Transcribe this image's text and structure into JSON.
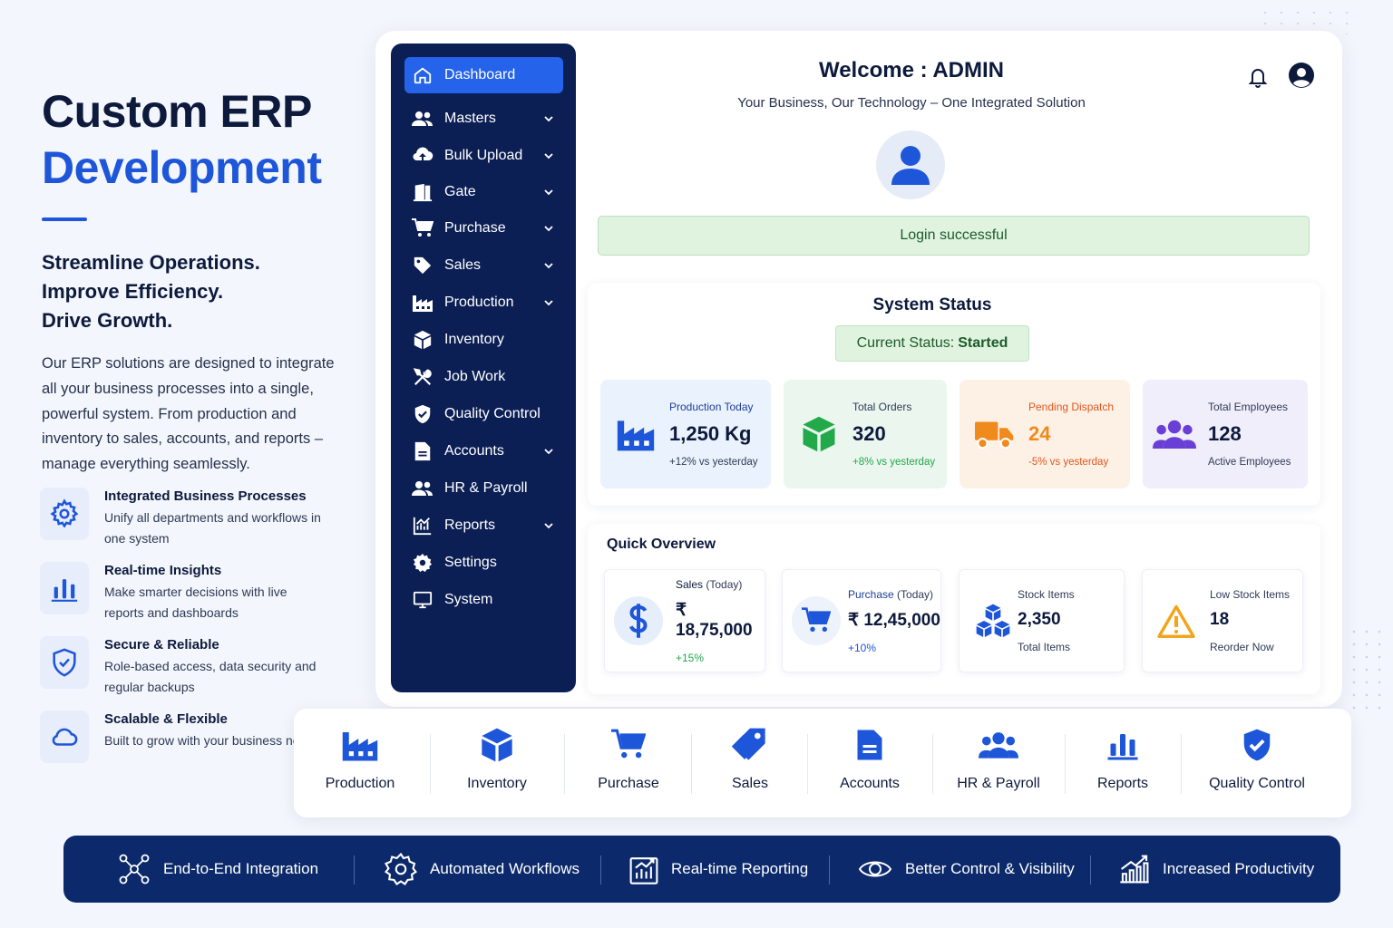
{
  "hero": {
    "title_line1": "Custom ERP",
    "title_line2": "Development",
    "tagline": [
      "Streamline Operations.",
      "Improve Efficiency.",
      "Drive Growth."
    ],
    "description": "Our ERP solutions are designed to integrate all your business processes into a single, powerful system. From production and inventory to sales, accounts, and reports – manage everything seamlessly."
  },
  "features": [
    {
      "icon": "gear-icon",
      "title": "Integrated Business Processes",
      "desc": "Unify all departments and workflows in one system"
    },
    {
      "icon": "bar-chart-icon",
      "title": "Real-time Insights",
      "desc": "Make smarter decisions with live reports and dashboards"
    },
    {
      "icon": "shield-check-icon",
      "title": "Secure & Reliable",
      "desc": "Role-based access, data security and regular backups"
    },
    {
      "icon": "cloud-icon",
      "title": "Scalable & Flexible",
      "desc": "Built to grow with your business needs"
    }
  ],
  "sidebar": {
    "items": [
      {
        "label": "Dashboard",
        "icon": "home-icon",
        "active": true,
        "chevron": false
      },
      {
        "label": "Masters",
        "icon": "users-icon",
        "chevron": true
      },
      {
        "label": "Bulk Upload",
        "icon": "cloud-upload-icon",
        "chevron": true
      },
      {
        "label": "Gate",
        "icon": "door-icon",
        "chevron": true
      },
      {
        "label": "Purchase",
        "icon": "cart-icon",
        "chevron": true
      },
      {
        "label": "Sales",
        "icon": "tag-icon",
        "chevron": true
      },
      {
        "label": "Production",
        "icon": "factory-icon",
        "chevron": true
      },
      {
        "label": "Inventory",
        "icon": "box-icon",
        "chevron": false
      },
      {
        "label": "Job Work",
        "icon": "tools-icon",
        "chevron": false
      },
      {
        "label": "Quality Control",
        "icon": "shield-check-icon",
        "chevron": false
      },
      {
        "label": "Accounts",
        "icon": "document-icon",
        "chevron": true
      },
      {
        "label": "HR & Payroll",
        "icon": "users-icon",
        "chevron": false
      },
      {
        "label": "Reports",
        "icon": "line-chart-icon",
        "chevron": true
      },
      {
        "label": "Settings",
        "icon": "gear-icon",
        "chevron": false
      },
      {
        "label": "System",
        "icon": "monitor-icon",
        "chevron": false
      }
    ]
  },
  "header": {
    "welcome": "Welcome : ADMIN",
    "subtitle": "Your Business, Our Technology – One Integrated Solution"
  },
  "login_message": "Login successful",
  "system_status": {
    "title": "System Status",
    "label": "Current Status:",
    "value": "Started",
    "kpis": [
      {
        "label": "Production Today",
        "value": "1,250 Kg",
        "sub": "+12% vs yesterday",
        "icon": "factory-icon",
        "accent": "#1e56d9",
        "bg": "#eaf2fd"
      },
      {
        "label": "Total Orders",
        "value": "320",
        "sub": "+8% vs yesterday",
        "icon": "box-icon",
        "accent": "#22a94a",
        "bg": "#eaf6ee"
      },
      {
        "label": "Pending Dispatch",
        "value": "24",
        "sub": "-5% vs yesterday",
        "icon": "truck-icon",
        "accent": "#f08a1c",
        "bg": "#fdf1e6"
      },
      {
        "label": "Total Employees",
        "value": "128",
        "sub": "Active Employees",
        "icon": "users-icon",
        "accent": "#6a3fd6",
        "bg": "#f1eefc"
      }
    ]
  },
  "quick_overview": {
    "title": "Quick Overview",
    "items": [
      {
        "label": "Sales",
        "label_suffix": " (Today)",
        "value": "₹ 18,75,000",
        "sub": "+15%",
        "icon": "dollar-icon"
      },
      {
        "label": "Purchase",
        "label_suffix": " (Today)",
        "value": "₹ 12,45,000",
        "sub": "+10%",
        "icon": "cart-icon"
      },
      {
        "label": "Stock Items",
        "label_suffix": "",
        "value": "2,350",
        "sub": "Total Items",
        "icon": "boxes-icon"
      },
      {
        "label": "Low Stock Items",
        "label_suffix": "",
        "value": "18",
        "sub": "Reorder Now",
        "icon": "warning-icon"
      }
    ]
  },
  "modules": [
    {
      "label": "Production",
      "icon": "factory-icon"
    },
    {
      "label": "Inventory",
      "icon": "box-icon"
    },
    {
      "label": "Purchase",
      "icon": "cart-icon"
    },
    {
      "label": "Sales",
      "icon": "tag-icon"
    },
    {
      "label": "Accounts",
      "icon": "document-icon"
    },
    {
      "label": "HR & Payroll",
      "icon": "users-icon"
    },
    {
      "label": "Reports",
      "icon": "bar-chart-icon"
    },
    {
      "label": "Quality Control",
      "icon": "shield-check-icon"
    }
  ],
  "benefits": [
    {
      "label": "End-to-End Integration",
      "icon": "network-icon"
    },
    {
      "label": "Automated Workflows",
      "icon": "gear-icon"
    },
    {
      "label": "Real-time Reporting",
      "icon": "report-chart-icon"
    },
    {
      "label": "Better Control & Visibility",
      "icon": "eye-icon"
    },
    {
      "label": "Increased Productivity",
      "icon": "growth-chart-icon"
    }
  ],
  "colors": {
    "brand": "#1e56d9",
    "sidebar": "#0c1f55",
    "footer": "#0c2a6b",
    "success_bg": "#dff3df",
    "positive": "#22a94a",
    "negative": "#e2561b"
  }
}
